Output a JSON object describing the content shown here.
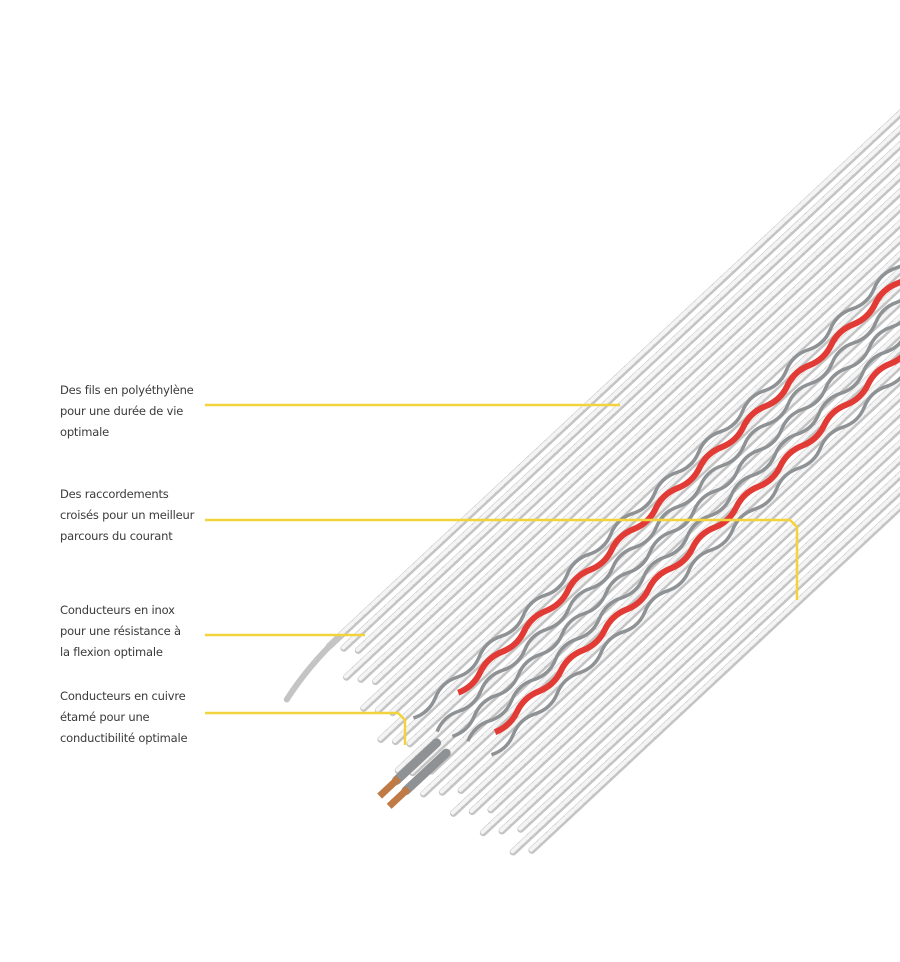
{
  "callouts": [
    {
      "text": "Des fils en polyéthylène\npour une durée de vie\noptimale"
    },
    {
      "text": "Des raccordements\ncroisés pour un meilleur\nparcours du courant"
    },
    {
      "text": "Conducteurs en inox\npour une résistance à\nla flexion optimale"
    },
    {
      "text": "Conducteurs en cuivre\nétamé pour une\nconductibilité optimale"
    }
  ],
  "colors": {
    "leader": "#f2d33c",
    "strand": "#c4c4c4",
    "conductor_red": "#e23b35",
    "conductor_steel": "#8f9294",
    "copper": "#c07a45",
    "text": "#3a3a3a"
  }
}
